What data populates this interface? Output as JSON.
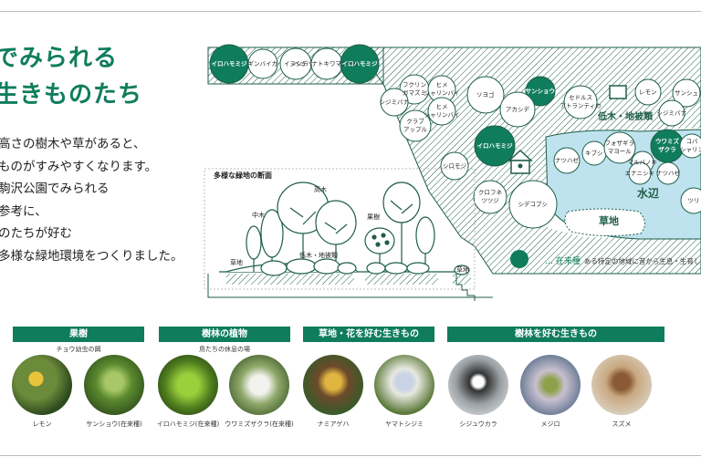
{
  "heading": {
    "line1": "でみられる",
    "line2": "生きものたち"
  },
  "intro": [
    "高さの樹木や草があると、",
    "ものがすみやすくなります。",
    "駒沢公園でみられる",
    "参考に、",
    "のたちが好む",
    "多様な緑地環境をつくりました。"
  ],
  "map": {
    "top_trees": [
      "イロハモミジ",
      "ギンバイカ",
      "イヌシデ",
      "ベニバナトキワマンサク",
      "イロハモミジ"
    ],
    "trees": [
      {
        "label": "フクリン\nガマズミ"
      },
      {
        "label": "ヒメ\nシャリンバイ"
      },
      {
        "label": "シジミバナ"
      },
      {
        "label": "ヒメ\nシャリンバイ"
      },
      {
        "label": "クラブ\nアップル"
      },
      {
        "label": "ソヨゴ"
      },
      {
        "label": "サンショウ"
      },
      {
        "label": "セドルス\nアトランティカ"
      },
      {
        "label": "アカシデ"
      },
      {
        "label": "レモン"
      },
      {
        "label": "サンシュ"
      },
      {
        "label": "シジミバナ"
      },
      {
        "label": "イロハモミジ"
      },
      {
        "label": "シロモジ"
      },
      {
        "label": "クロフネ\nツツジ"
      },
      {
        "label": "シデコブシ"
      },
      {
        "label": "ナツハゼ"
      },
      {
        "label": "キブシ"
      },
      {
        "label": "フォザギラ\nマヨール"
      },
      {
        "label": "マルバノキ"
      },
      {
        "label": "エナニシキ"
      },
      {
        "label": "ウワミズ\nザクラ"
      },
      {
        "label": "ナツハゼ"
      },
      {
        "label": "コバ\nシャリン"
      },
      {
        "label": "ツリ"
      }
    ],
    "zone_lowtree": "低木・地被類",
    "zone_water": "水辺",
    "zone_grass": "草地"
  },
  "section": {
    "title": "多様な緑地の断面",
    "labels": {
      "high": "高木",
      "mid": "中木",
      "low": "低木・地被類",
      "fruit": "果樹",
      "grass1": "草地",
      "grass2": "草地"
    }
  },
  "legend": {
    "label": "在来種",
    "desc": "ある特定の地域に昔から生息・生育している動植"
  },
  "categories": [
    {
      "title": "果樹",
      "sub": "チョウ幼虫の餌"
    },
    {
      "title": "樹林の植物",
      "sub": "鳥たちの休息の場"
    },
    {
      "title": "草地・花を好む生きもの",
      "sub": ""
    },
    {
      "title": "樹林を好む生きもの",
      "sub": ""
    }
  ],
  "photos": [
    "レモン",
    "サンショウ(在来種)",
    "イロハモミジ(在来種)",
    "ウワミズザクラ(在来種)",
    "ナミアゲハ",
    "ヤマトシジミ",
    "シジュウカラ",
    "メジロ",
    "スズメ"
  ],
  "colors": {
    "accent": "#0f7d5c",
    "water": "#bfe3ee",
    "line": "#1e5e48"
  }
}
